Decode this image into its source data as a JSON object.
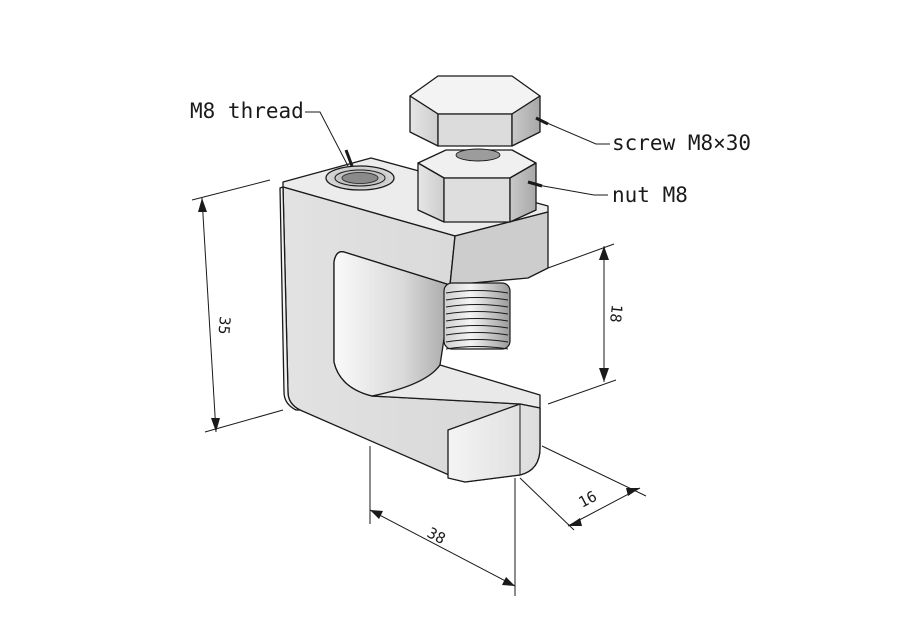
{
  "labels": {
    "thread": "M8 thread",
    "screw": "screw M8×30",
    "nut": "nut M8"
  },
  "dimensions": {
    "height": "35",
    "opening": "18",
    "width": "38",
    "depth": "16"
  },
  "colors": {
    "line": "#1a1a1a",
    "part_light": "#ececec",
    "part_mid": "#d4d4d4",
    "part_dark": "#b8b8b8"
  }
}
